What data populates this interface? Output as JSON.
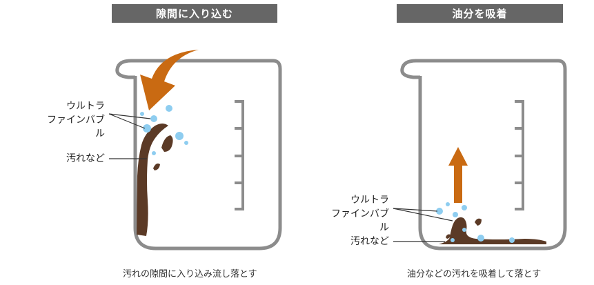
{
  "panels": [
    {
      "title": "隙間に入り込む",
      "label_bubble_line1": "ウルトラ",
      "label_bubble_line2": "ファインバブル",
      "label_dirt": "汚れなど",
      "caption": "汚れの隙間に入り込み流し落とす"
    },
    {
      "title": "油分を吸着",
      "label_bubble_line1": "ウルトラ",
      "label_bubble_line2": "ファインバブル",
      "label_dirt": "汚れなど",
      "caption": "油分などの汚れを吸着して落とす"
    }
  ],
  "colors": {
    "header_bg": "#666666",
    "beaker_stroke": "#8c8c8c",
    "dirt": "#5b3a26",
    "bubble": "#8ecdf0",
    "arrow": "#c96a12"
  }
}
